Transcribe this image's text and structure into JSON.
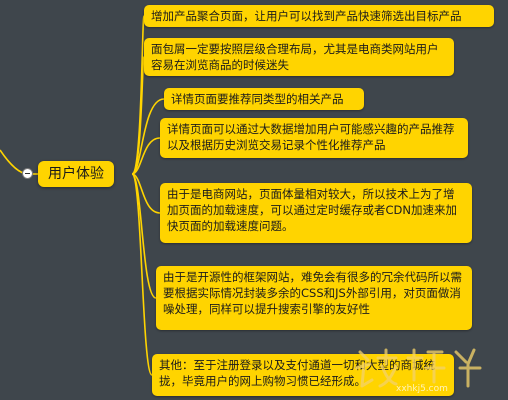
{
  "mindmap": {
    "root": {
      "label": "用户体验"
    },
    "nodes": [
      {
        "id": "n1",
        "text": "增加产品聚合页面，让用户可以找到产品快速筛选出目标产品"
      },
      {
        "id": "n2",
        "text": "面包屑一定要按照层级合理布局，尤其是电商类网站用户容易在浏览商品的时候迷失"
      },
      {
        "id": "n3",
        "text": "详情页面要推荐同类型的相关产品"
      },
      {
        "id": "n4",
        "text": "详情页面可以通过大数据增加用户可能感兴趣的产品推荐以及根据历史浏览交易记录个性化推荐产品"
      },
      {
        "id": "n5",
        "text": "由于是电商网站，页面体量相对较大，所以技术上为了增加页面的加载速度，可以通过定时缓存或者CDN加速来加快页面的加载速度问题。"
      },
      {
        "id": "n6",
        "text": "由于是开源性的框架网站，难免会有很多的冗余代码所以需要根据实际情况封装多余的CSS和JS外部引用，对页面做消噪处理，同样可以提升搜索引擎的友好性"
      },
      {
        "id": "n7",
        "text": "其他：至于注册登录以及支付通道一切和大型的商城统拢，毕竟用户的网上购物习惯已经形成。"
      }
    ],
    "colors": {
      "node": "#ffd400",
      "line": "#ffd400",
      "background": "#3f464c"
    },
    "watermark": {
      "text": "xxhkj5.com"
    }
  }
}
